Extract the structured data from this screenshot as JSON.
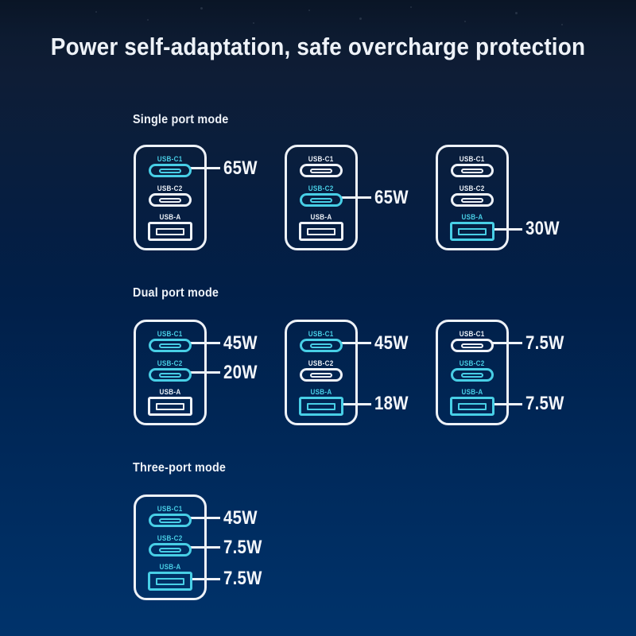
{
  "title": "Power self-adaptation, safe overcharge protection",
  "colors": {
    "background_top": "#0a1526",
    "background_bottom": "#00336b",
    "port_active": "#48cfe6",
    "port_inactive": "#eef2f8",
    "text": "#eef2f8"
  },
  "sections": [
    {
      "label": "Single port mode",
      "chargers": [
        {
          "ports": [
            {
              "label": "USB-C1",
              "type": "c",
              "active": true,
              "watt": "65W"
            },
            {
              "label": "USB-C2",
              "type": "c",
              "active": false,
              "watt": ""
            },
            {
              "label": "USB-A",
              "type": "a",
              "active": false,
              "watt": ""
            }
          ]
        },
        {
          "ports": [
            {
              "label": "USB-C1",
              "type": "c",
              "active": false,
              "watt": ""
            },
            {
              "label": "USB-C2",
              "type": "c",
              "active": true,
              "watt": "65W"
            },
            {
              "label": "USB-A",
              "type": "a",
              "active": false,
              "watt": ""
            }
          ]
        },
        {
          "ports": [
            {
              "label": "USB-C1",
              "type": "c",
              "active": false,
              "watt": ""
            },
            {
              "label": "USB-C2",
              "type": "c",
              "active": false,
              "watt": ""
            },
            {
              "label": "USB-A",
              "type": "a",
              "active": true,
              "watt": "30W"
            }
          ]
        }
      ]
    },
    {
      "label": "Dual port mode",
      "chargers": [
        {
          "ports": [
            {
              "label": "USB-C1",
              "type": "c",
              "active": true,
              "watt": "45W"
            },
            {
              "label": "USB-C2",
              "type": "c",
              "active": true,
              "watt": "20W"
            },
            {
              "label": "USB-A",
              "type": "a",
              "active": false,
              "watt": ""
            }
          ]
        },
        {
          "ports": [
            {
              "label": "USB-C1",
              "type": "c",
              "active": true,
              "watt": "45W"
            },
            {
              "label": "USB-C2",
              "type": "c",
              "active": false,
              "watt": ""
            },
            {
              "label": "USB-A",
              "type": "a",
              "active": true,
              "watt": "18W"
            }
          ]
        },
        {
          "ports": [
            {
              "label": "USB-C1",
              "type": "c",
              "active": false,
              "watt": "7.5W"
            },
            {
              "label": "USB-C2",
              "type": "c",
              "active": true,
              "watt": ""
            },
            {
              "label": "USB-A",
              "type": "a",
              "active": true,
              "watt": "7.5W"
            }
          ]
        }
      ]
    },
    {
      "label": "Three-port mode",
      "chargers": [
        {
          "ports": [
            {
              "label": "USB-C1",
              "type": "c",
              "active": true,
              "watt": "45W"
            },
            {
              "label": "USB-C2",
              "type": "c",
              "active": true,
              "watt": "7.5W"
            },
            {
              "label": "USB-A",
              "type": "a",
              "active": true,
              "watt": "7.5W"
            }
          ]
        }
      ]
    }
  ]
}
